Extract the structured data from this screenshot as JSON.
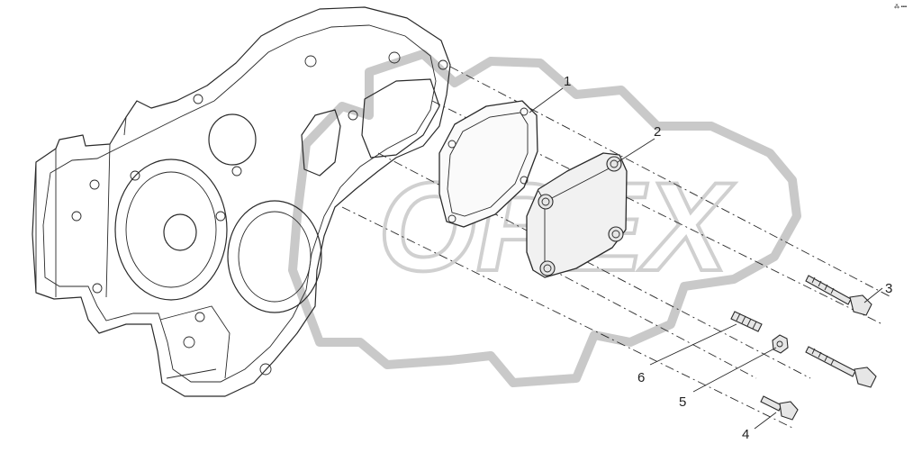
{
  "diagram": {
    "watermark_text": "OPEX",
    "corner_mark": "⁂ ▪▪▪",
    "callouts": [
      {
        "id": "c1",
        "label": "1",
        "part": "gasket"
      },
      {
        "id": "c2",
        "label": "2",
        "part": "cover-plate"
      },
      {
        "id": "c3",
        "label": "3",
        "part": "long-bolt"
      },
      {
        "id": "c4",
        "label": "4",
        "part": "short-bolt"
      },
      {
        "id": "c5",
        "label": "5",
        "part": "nut"
      },
      {
        "id": "c6",
        "label": "6",
        "part": "stud"
      }
    ]
  }
}
